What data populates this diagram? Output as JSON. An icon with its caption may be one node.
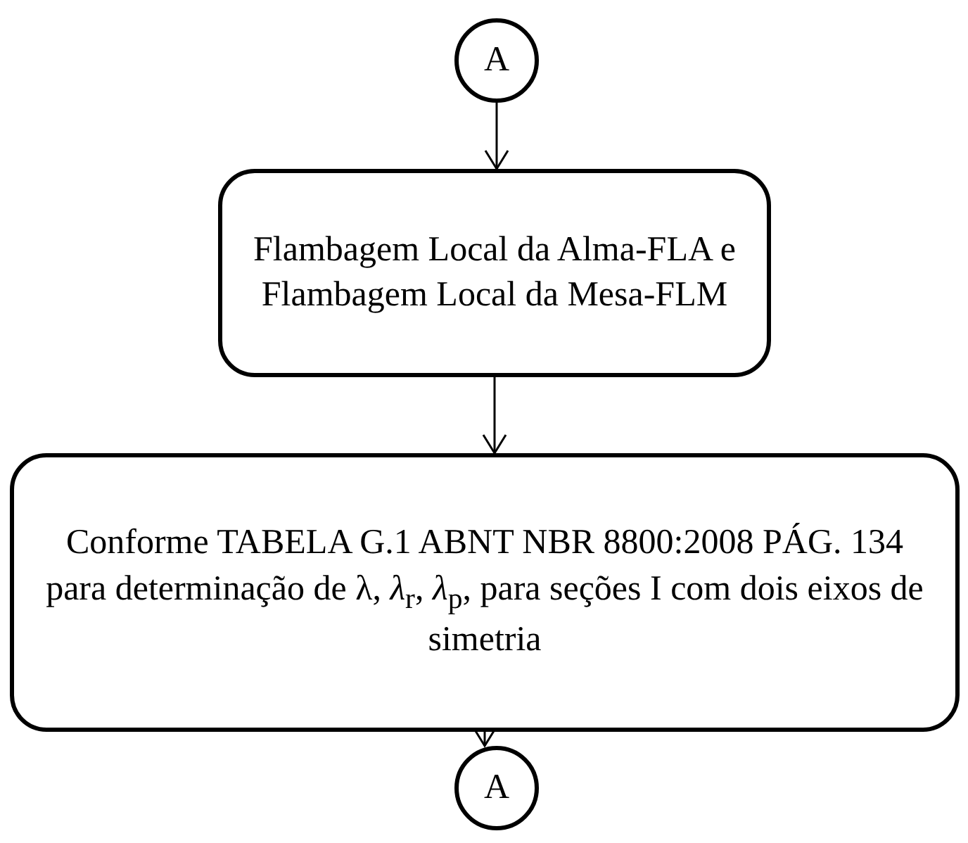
{
  "diagram": {
    "nodes": [
      {
        "text": [
          "A"
        ]
      },
      {
        "text": [
          "Flambagem Local da Alma-FLA e Flambagem Local da Mesa-FLM"
        ]
      },
      {
        "text": [
          "Conforme TABELA G.1 ABNT NBR 8800:2008 PÁG. 134 para determinação de λ, *λ*$_{r}$, *λ*$_{p}$, para seções I com dois eixos de simetria"
        ]
      },
      {
        "text": [
          "A"
        ]
      }
    ],
    "edges": [
      {
        "from": 0,
        "to": 1,
        "arrow": "to"
      },
      {
        "from": 1,
        "to": 2,
        "arrow": "to"
      },
      {
        "from": 2,
        "to": 3,
        "arrow": "to"
      }
    ]
  }
}
